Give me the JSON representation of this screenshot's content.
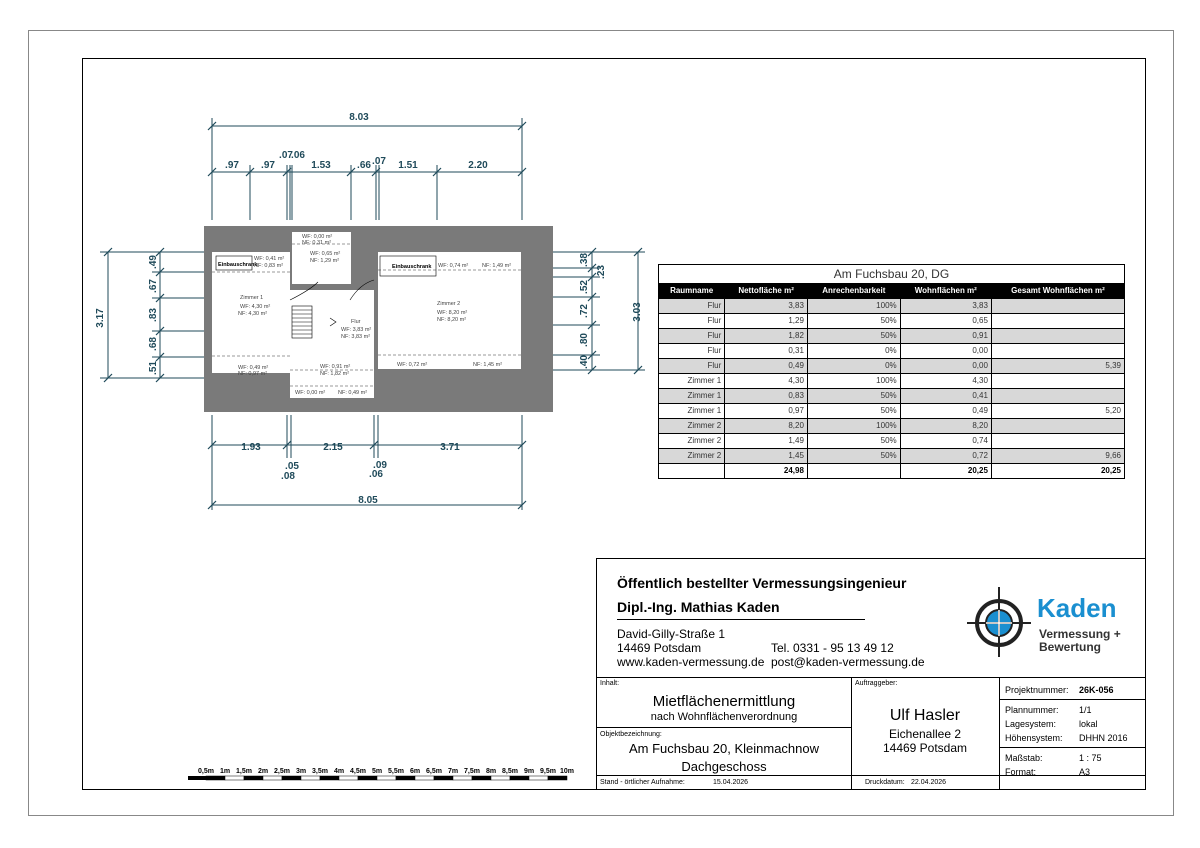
{
  "plan": {
    "dimensions_top": {
      "total": "8.03",
      "segments": [
        ".97",
        ".97",
        ".07",
        ".06",
        "1.53",
        ".66",
        ".07",
        "1.51",
        "2.20"
      ]
    },
    "dimensions_bottom": {
      "total": "8.05",
      "segments": [
        "1.93",
        "2.15",
        "3.71"
      ],
      "small": [
        ".05",
        ".08",
        ".09",
        ".06"
      ]
    },
    "dimensions_left": {
      "total": "3.17",
      "segments": [
        ".49",
        ".67",
        ".83",
        ".68",
        ".51"
      ]
    },
    "dimensions_right": {
      "total": "3.03",
      "segments": [
        ".38",
        ".23",
        ".52",
        ".72",
        ".80",
        ".40"
      ]
    },
    "labels": {
      "einbauschrank_1": "Einbauschrank",
      "einbauschrank_2": "Einbauschrank",
      "zimmer1_name": "Zimmer 1",
      "zimmer1_wf": "WF: 4,30 m²",
      "zimmer1_nf": "NF: 4,30 m²",
      "zimmer2_name": "Zimmer 2",
      "zimmer2_wf": "WF: 8,20 m²",
      "zimmer2_nf": "NF: 8,20 m²",
      "flur_name": "Flur",
      "flur_wf": "WF: 3,83 m²",
      "flur_nf": "NF: 3,83 m²",
      "a_wf": "WF: 0,41 m²",
      "a_nf": "NF: 0,83 m²",
      "b_wf": "WF: 0,00 m²",
      "b_nf": "NF: 0,31 m²",
      "c_wf": "WF: 0,65 m²",
      "c_nf": "NF: 1,29 m²",
      "d_wf": "WF: 0,74 m²",
      "d_nf": "NF: 1,49 m²",
      "e_wf": "WF: 0,49 m²",
      "e_nf": "NF: 0,97 m²",
      "f_wf": "WF: 0,91 m²",
      "f_nf": "NF: 1,82 m²",
      "g_wf": "WF: 0,72 m²",
      "g_nf": "NF: 1,45 m²",
      "h_wf": "WF: 0,00 m²",
      "h_nf": "NF: 0,49 m²"
    }
  },
  "table": {
    "caption": "Am Fuchsbau 20, DG",
    "headers": [
      "Raumname",
      "Nettofläche m²",
      "Anrechenbarkeit",
      "Wohnflächen m²",
      "Gesamt Wohnflächen m²"
    ],
    "rows": [
      [
        "Flur",
        "3,83",
        "100%",
        "3,83",
        ""
      ],
      [
        "Flur",
        "1,29",
        "50%",
        "0,65",
        ""
      ],
      [
        "Flur",
        "1,82",
        "50%",
        "0,91",
        ""
      ],
      [
        "Flur",
        "0,31",
        "0%",
        "0,00",
        ""
      ],
      [
        "Flur",
        "0,49",
        "0%",
        "0,00",
        "5,39"
      ],
      [
        "Zimmer 1",
        "4,30",
        "100%",
        "4,30",
        ""
      ],
      [
        "Zimmer 1",
        "0,83",
        "50%",
        "0,41",
        ""
      ],
      [
        "Zimmer 1",
        "0,97",
        "50%",
        "0,49",
        "5,20"
      ],
      [
        "Zimmer 2",
        "8,20",
        "100%",
        "8,20",
        ""
      ],
      [
        "Zimmer 2",
        "1,49",
        "50%",
        "0,74",
        ""
      ],
      [
        "Zimmer 2",
        "1,45",
        "50%",
        "0,72",
        "9,66"
      ]
    ],
    "total": [
      "",
      "24,98",
      "",
      "20,25",
      "20,25"
    ]
  },
  "scale_bar": {
    "labels": [
      "0,5m",
      "1m",
      "1,5m",
      "2m",
      "2,5m",
      "3m",
      "3,5m",
      "4m",
      "4,5m",
      "5m",
      "5,5m",
      "6m",
      "6,5m",
      "7m",
      "7,5m",
      "8m",
      "8,5m",
      "9m",
      "9,5m",
      "10m"
    ]
  },
  "title_block": {
    "heading": "Öffentlich bestellter Vermessungsingenieur",
    "name": "Dipl.-Ing. Mathias Kaden",
    "street": "David-Gilly-Straße 1",
    "city": "14469 Potsdam",
    "web": "www.kaden-vermessung.de",
    "tel": "Tel.  0331 - 95 13 49 12",
    "email": "post@kaden-vermessung.de",
    "logo_name": "Kaden",
    "logo_sub1": "Vermessung +",
    "logo_sub2": "Bewertung",
    "inhalt_label": "Inhalt:",
    "inhalt_title": "Mietflächenermittlung",
    "inhalt_sub": "nach Wohnflächenverordnung",
    "auftraggeber_label": "Auftraggeber:",
    "client_name": "Ulf Hasler",
    "client_street": "Eichenallee 2",
    "client_city": "14469 Potsdam",
    "objekt_label": "Objektbezeichnung:",
    "objekt_line1": "Am Fuchsbau 20, Kleinmachnow",
    "objekt_line2": "Dachgeschoss",
    "stand_label": "Stand - örtlicher Aufnahme:",
    "stand_date": "15.04.2026",
    "druck_label": "Druckdatum:",
    "druck_date": "22.04.2026",
    "projekt_label": "Projektnummer:",
    "projekt_value": "26K-056",
    "plannummer_label": "Plannummer:",
    "plannummer_value": "1/1",
    "lage_label": "Lagesystem:",
    "lage_value": "lokal",
    "hoehe_label": "Höhensystem:",
    "hoehe_value": "DHHN 2016",
    "massstab_label": "Maßstab:",
    "massstab_value": "1 : 75",
    "format_label": "Format:",
    "format_value": "A3",
    "colors": {
      "logo_blue": "#1a8fd0",
      "dim_teal": "#1f4a5a"
    }
  }
}
